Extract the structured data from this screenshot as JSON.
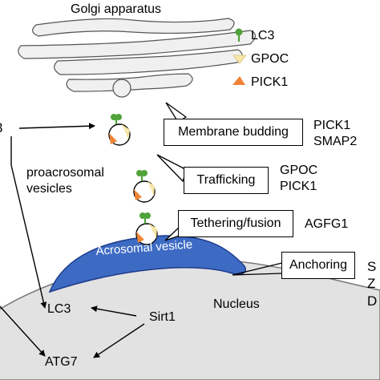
{
  "title": "Golgi apparatus",
  "legend": [
    {
      "label": "LC3",
      "icon": "lc3-marker-icon",
      "color": "#4fa33a"
    },
    {
      "label": "GPOC",
      "icon": "gpoc-triangle-icon",
      "color": "#f6e7a8"
    },
    {
      "label": "PICK1",
      "icon": "pick1-triangle-icon",
      "color": "#ef8436"
    }
  ],
  "left_cutoff": {
    "top": "3"
  },
  "proacrosomal": "proacrosomal\nvesicles",
  "steps": [
    {
      "name": "membrane-budding",
      "label": "Membrane budding",
      "proteins": "PICK1\nSMAP2"
    },
    {
      "name": "trafficking",
      "label": "Trafficking",
      "proteins": "GPOC\nPICK1"
    },
    {
      "name": "tethering-fusion",
      "label": "Tethering/fusion",
      "proteins": "AGFG1"
    },
    {
      "name": "anchoring",
      "label": "Anchoring",
      "proteins": "S\nZ\nD"
    }
  ],
  "acrosomal_vesicle": "Acrosomal vesicle",
  "nucleus": "Nucleus",
  "regulators": {
    "lc3": "LC3",
    "atg7": "ATG7",
    "sirt1": "Sirt1"
  },
  "colors": {
    "acrosome": "#3d6bc4",
    "nucleus": "#e2e2e2",
    "golgi_fill": "#f0f0f0",
    "lc3": "#4fa33a",
    "gpoc": "#f6e7a8",
    "pick1": "#ef8436"
  }
}
